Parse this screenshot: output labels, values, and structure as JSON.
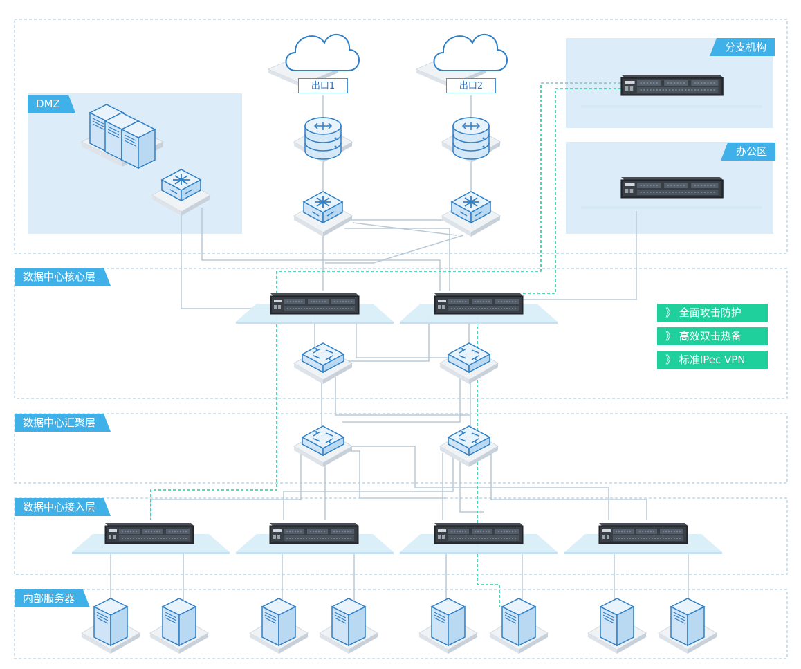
{
  "zones": {
    "dmz": "DMZ",
    "branch": "分支机构",
    "office": "办公区",
    "core": "数据中心核心层",
    "aggregation": "数据中心汇聚层",
    "access": "数据中心接入层",
    "servers": "内部服务器"
  },
  "exits": [
    "出口1",
    "出口2"
  ],
  "features": [
    {
      "arrow": "》",
      "text": "全面攻击防护"
    },
    {
      "arrow": "》",
      "text": "高效双击热备"
    },
    {
      "arrow": "》",
      "text": "标准IPec VPN"
    }
  ],
  "colors": {
    "zone_fill": "#dcecf8",
    "label_bg": "#3fb0e8",
    "feature_bg": "#1fcf9c",
    "line": "#b9c9d6",
    "dashed_link": "#1fcf9c",
    "device_blue": "#2e7fc6"
  },
  "icons": [
    "cloud-icon",
    "router-icon",
    "core-switch-icon",
    "switch-icon",
    "firewall-appliance-icon",
    "server-icon",
    "server-cluster-icon"
  ]
}
